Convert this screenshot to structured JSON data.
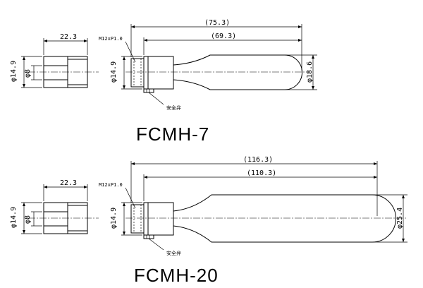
{
  "figures": [
    {
      "model": "FCMH-7",
      "side_width": "22.3",
      "outer_dia": "φ14.9",
      "inner_dia": "φ8",
      "front_dia": "φ14.9",
      "thread": "M12xP1.0",
      "overall_length": "(75.3)",
      "body_length": "(69.3)",
      "end_dia": "φ18.6",
      "valve_label": "安全弁"
    },
    {
      "model": "FCMH-20",
      "side_width": "22.3",
      "outer_dia": "φ14.9",
      "inner_dia": "φ8",
      "front_dia": "φ14.9",
      "thread": "M12xP1.0",
      "overall_length": "(116.3)",
      "body_length": "(110.3)",
      "end_dia": "φ25.4",
      "valve_label": "安全弁"
    }
  ]
}
